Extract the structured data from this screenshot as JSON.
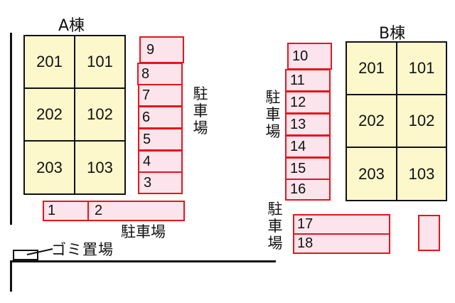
{
  "map": {
    "building_a": {
      "title": "A棟",
      "units": [
        "201",
        "101",
        "202",
        "102",
        "203",
        "103"
      ]
    },
    "building_b": {
      "title": "B棟",
      "units": [
        "201",
        "101",
        "202",
        "102",
        "203",
        "103"
      ]
    },
    "parking_label": "駐車場",
    "parking_label_chars": [
      "駐",
      "車",
      "場"
    ],
    "garbage_label": "ゴミ置場",
    "parking_spaces": {
      "s1": "1",
      "s2": "2",
      "s3": "3",
      "s4": "4",
      "s5": "5",
      "s6": "6",
      "s7": "7",
      "s8": "8",
      "s9": "9",
      "s10": "10",
      "s11": "11",
      "s12": "12",
      "s13": "13",
      "s14": "14",
      "s15": "15",
      "s16": "16",
      "s17": "17",
      "s18": "18"
    },
    "colors": {
      "unit_fill": "#fcf8cc",
      "parking_fill": "#fce4ec",
      "parking_border": "#e8141c",
      "line": "#111111"
    }
  }
}
